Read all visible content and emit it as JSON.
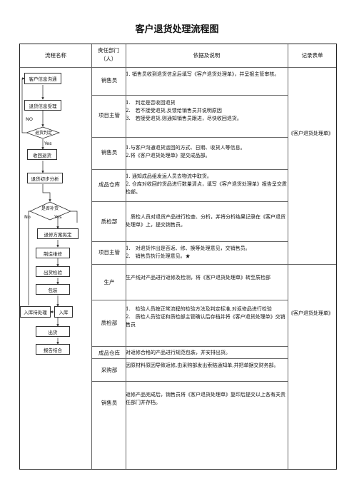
{
  "title": "客户退货处理流程图",
  "headers": {
    "flow": "流程名称",
    "dept": "责任部门\n（人）",
    "desc": "依据及说明",
    "record": "记录表单"
  },
  "rows": [
    {
      "dept": "销售员",
      "lines": [
        "1. 销售员收到退货信息后填写《客户退货处理单》，并呈报主管审核。"
      ]
    },
    {
      "dept": "项目主管",
      "lines": [
        "1.　判定是否收回退货",
        "2.　若不接受退货,反馈给销售员并说明原因",
        "3.　若接受退货,则通知销售员跟进，尽快收回退货。"
      ]
    },
    {
      "dept": "销售员",
      "lines": [
        "1.与客户沟通退货运回的方式、日期、收货人等信息。",
        "2.将《客户退货处理单》提交成品部。"
      ]
    },
    {
      "dept": "成品仓库",
      "lines": [
        "1. 通知成品组发运人员去物流中取货。",
        "2. 仓库对收回的货品进行数量清点，填写《客户退货处理单》报告呈交质检部。"
      ]
    },
    {
      "dept": "质检部",
      "lines": [
        "　质检人员对退货产品进行检查、分析，并将分析结果记录在《客户退货处理单》上，提交销售员。"
      ]
    },
    {
      "dept": "项目主管",
      "lines": [
        "1.　对退货作出是否返、修、换等处理意见，交销售员。",
        "2.　销售员执行处理意见。★"
      ]
    },
    {
      "dept": "生产",
      "lines": [
        "生产线对产品进行返修及检测，将《客户退货处理单》转至质检部"
      ]
    },
    {
      "dept": "质检部",
      "lines": [
        "1.　检验人员按正常流程的检验方法及判定标准,对返修品进行检验",
        "2.　质检人员验证和质检部主管确认后存档并将《客户退货处理单》交销售员"
      ]
    },
    {
      "dept": "成品仓库",
      "lines": [
        "对返修合格的产品进行规范包装，并安排出货。"
      ]
    },
    {
      "dept": "采购部",
      "lines": [
        "因原材料原因导致返修,由采购部发出索赔通知单,并把单据交财务部。"
      ]
    },
    {
      "dept": "销售员",
      "lines": [
        "返修产品完成后，销售员将《客户退货处理单》复印后提交以上各有关责任部门并存档。"
      ]
    }
  ],
  "records": [
    "《客户退货处理单》",
    "《客户退货处理单》"
  ],
  "flow": {
    "boxes": [
      "客户信息沟通",
      "退货信息受理",
      "退货判定",
      "收回退货",
      "退货初步分析",
      "是否补货",
      "退修方案拟定",
      "制造维修",
      "出货检验",
      "包装",
      "入库待处理",
      "入库",
      "出货",
      "报告结合"
    ],
    "labels": {
      "no1": "NO",
      "yes1": "Yes",
      "no2": "No",
      "yes2": "Yes"
    }
  }
}
